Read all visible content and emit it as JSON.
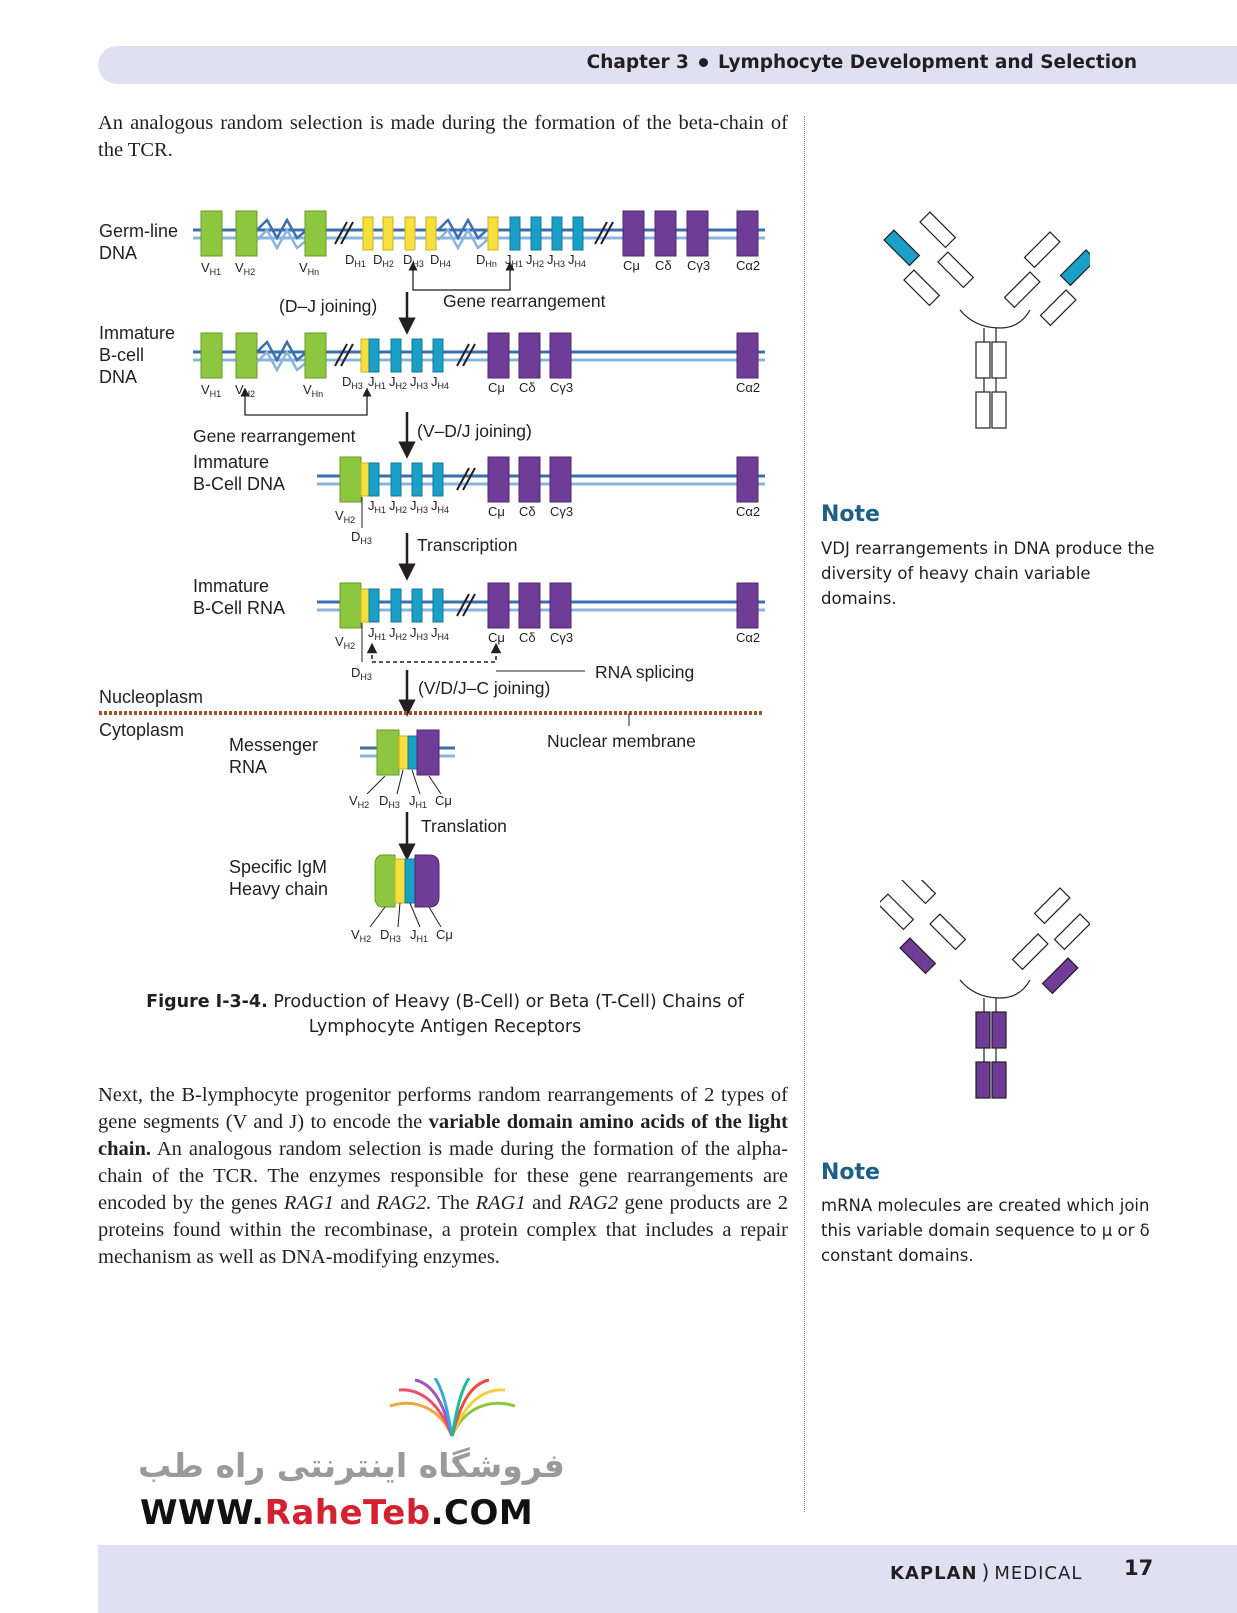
{
  "header": {
    "chapter": "Chapter 3",
    "title": "Lymphocyte Development and Selection"
  },
  "intro_paragraph": "An analogous random selection is made during the formation of the beta-chain of the TCR.",
  "figure": {
    "row_labels": {
      "germline": [
        "Germ-line",
        "DNA"
      ],
      "immature_bcell_dna1": [
        "Immature",
        "B-cell",
        "DNA"
      ],
      "immature_bcell_dna2": [
        "Immature",
        "B-Cell DNA"
      ],
      "immature_bcell_rna": [
        "Immature",
        "B-Cell RNA"
      ],
      "nucleoplasm": "Nucleoplasm",
      "cytoplasm": "Cytoplasm",
      "messenger_rna": [
        "Messenger",
        "RNA"
      ],
      "specific_igm": [
        "Specific IgM",
        "Heavy chain"
      ]
    },
    "step_labels": {
      "dj_joining": "(D–J  joining)",
      "gene_rearrangement": "Gene rearrangement",
      "vdj_joining": "(V–D/J  joining)",
      "transcription": "Transcription",
      "rna_splicing": "RNA splicing",
      "vdjc_joining": "(V/D/J–C joining)",
      "nuclear_membrane": "Nuclear membrane",
      "translation": "Translation"
    },
    "segment_labels": {
      "V": [
        "V",
        "H1",
        "V",
        "H2",
        "V",
        "Hn"
      ],
      "VH1": "VH1",
      "VH2": "VH2",
      "VHn": "VHn",
      "DH1": "DH1",
      "DH2": "DH2",
      "DH3": "DH3",
      "DH4": "DH4",
      "DHn": "DHn",
      "JH1": "JH1",
      "JH2": "JH2",
      "JH3": "JH3",
      "JH4": "JH4",
      "Cmu": "Cμ",
      "Cdelta": "Cδ",
      "Cgamma3": "Cγ3",
      "Calpha2": "Cα2"
    },
    "caption_label": "Figure I-3-4.",
    "caption_text": "Production of Heavy (B-Cell) or Beta (T-Cell) Chains of Lymphocyte Antigen Receptors"
  },
  "paragraph2": {
    "part1": "Next, the B-lymphocyte progenitor performs random rearrangements of 2 types of gene segments (V and J) to encode the ",
    "bold1": "variable domain amino acids of the light chain.",
    "part2": " An analogous random selection is made during the formation of the alpha-chain of the TCR. The enzymes responsible for these gene rearrangements are encoded by the genes ",
    "ital1": "RAG1",
    "part3": " and ",
    "ital2": "RAG2.",
    "part4": " The ",
    "ital3": "RAG1",
    "part5": " and ",
    "ital4": "RAG2",
    "part6": " gene products are 2 proteins found within the recombinase, a protein complex that includes a repair mechanism as well as DNA-modifying enzymes."
  },
  "notes": [
    {
      "title": "Note",
      "text": "VDJ rearrangements in DNA produce the diversity of heavy chain variable domains."
    },
    {
      "title": "Note",
      "text": "mRNA molecules are created which join this variable domain sequence to μ  or δ constant domains."
    }
  ],
  "watermark": {
    "persian": "فروشگاه اینترنتی راه طب",
    "url_prefix": "WWW.",
    "url_brand": "RaheTeb",
    "url_suffix": ".COM"
  },
  "footer": {
    "brand": "KAPLAN",
    "brand_suffix": "MEDICAL",
    "page_number": "17"
  },
  "colors": {
    "V": "#8dc63f",
    "D": "#f7e03c",
    "J": "#1a9fc6",
    "C": "#6f3d98",
    "strand_dark": "#3a6fb0",
    "strand_light": "#8ab4dd",
    "note": "#1d5f86",
    "membrane": "#a0522d"
  }
}
